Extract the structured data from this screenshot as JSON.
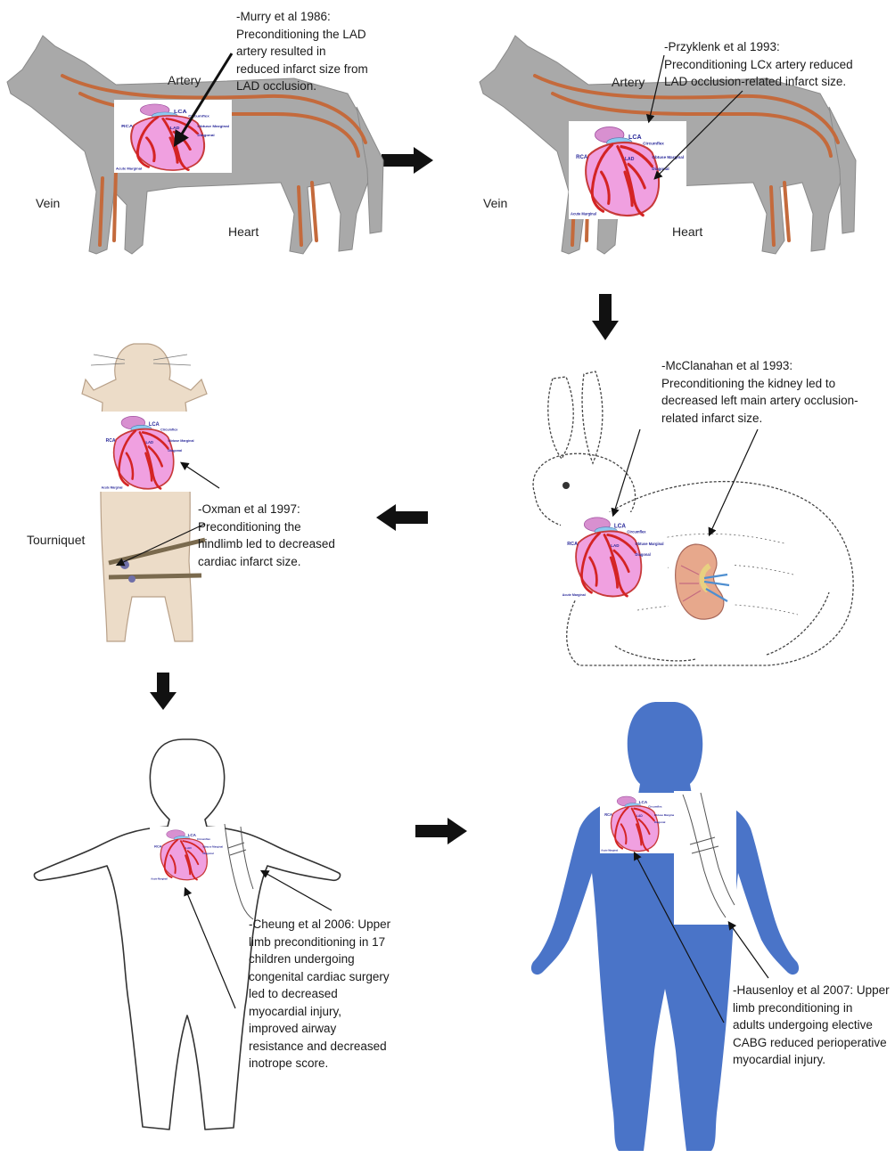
{
  "panels": {
    "dog1": {
      "caption": [
        "-Murry et al 1986:",
        "Preconditioning the LAD",
        "artery resulted in",
        "reduced infarct size from",
        "LAD occlusion."
      ],
      "labels": {
        "artery": "Artery",
        "vein": "Vein",
        "heart": "Heart"
      }
    },
    "dog2": {
      "caption": [
        "-Przyklenk et al 1993:",
        "Preconditioning LCx artery reduced",
        "LAD occlusion-related infarct size."
      ],
      "labels": {
        "artery": "Artery",
        "vein": "Vein",
        "heart": "Heart"
      }
    },
    "rabbit": {
      "caption": [
        "-McClanahan et al 1993:",
        "Preconditioning the kidney led to",
        "decreased left main artery occlusion-",
        "related infarct size."
      ]
    },
    "rat": {
      "caption": [
        "-Oxman et al 1997:",
        "Preconditioning the",
        "hindlimb led to decreased",
        "cardiac infarct size."
      ],
      "labels": {
        "tourniquet": "Tourniquet"
      }
    },
    "child": {
      "caption": [
        "-Cheung et al 2006: Upper",
        "limb preconditioning in 17",
        "children undergoing",
        "congenital cardiac surgery",
        "led to decreased",
        "myocardial injury,",
        "improved airway",
        "resistance and decreased",
        "inotrope score."
      ]
    },
    "adult": {
      "caption": [
        "-Hausenloy et al 2007: Upper",
        "limb preconditioning in",
        "adults undergoing elective",
        "CABG reduced perioperative",
        "myocardial injury."
      ]
    }
  },
  "heart_labels": {
    "rca": "RCA",
    "lca": "LCA",
    "circumflex": "Circumflex",
    "lad": "LAD",
    "obtuse_marginal": "Obtuse Marginal",
    "diagonal": "Diagonal",
    "acute_marginal": "Acute Marginal"
  },
  "colors": {
    "heart_fill": "#f0a0e0",
    "artery": "#d42424",
    "label_blue": "#2a2a9a",
    "silhouette_blue": "#4a74c8",
    "dog_body": "#a9a9a9",
    "dog_vessel": "#c46a3c",
    "arrow": "#111111",
    "rat_skin": "#ecdcc8"
  }
}
